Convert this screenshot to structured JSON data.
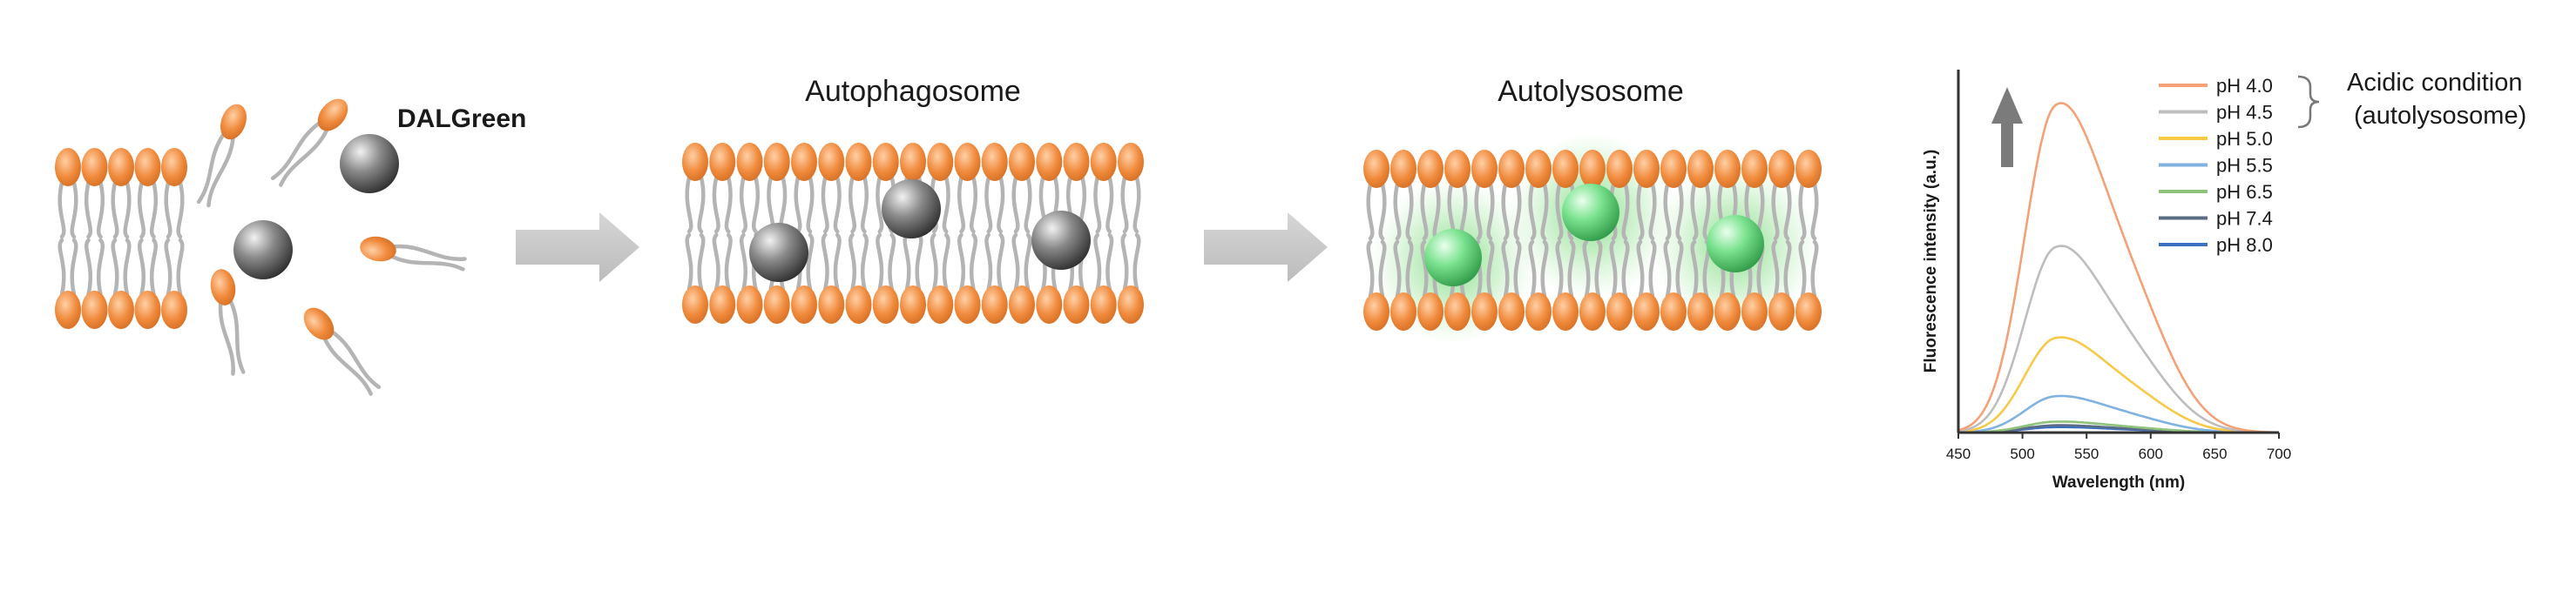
{
  "labels": {
    "probe": "DALGreen",
    "stage2": "Autophagosome",
    "stage3": "Autolysosome"
  },
  "colors": {
    "lipid_head": "#f08a3c",
    "lipid_tail": "#b4b4b4",
    "probe_off": "#6e6e6e",
    "probe_on": "#7be38f",
    "glow": "#5fcf5f",
    "arrow": "#c8c8c8"
  },
  "chart_data": {
    "type": "line",
    "xlabel": "Wavelength (nm)",
    "ylabel": "Fluorescence intensity (a.u.)",
    "xlim": [
      450,
      700
    ],
    "x_ticks": [
      450,
      500,
      550,
      600,
      650,
      700
    ],
    "ylim": [
      0,
      100
    ],
    "legend_position": "top-right",
    "grid": false,
    "annotation": [
      "Acidic condition",
      "(autolysosome)"
    ],
    "series": [
      {
        "name": "pH 4.0",
        "color": "#f4a177",
        "peak": 90,
        "shoulder": 0.36
      },
      {
        "name": "pH 4.5",
        "color": "#bdbdbd",
        "peak": 51,
        "shoulder": 0.36
      },
      {
        "name": "pH 5.0",
        "color": "#f7c948",
        "peak": 26,
        "shoulder": 0.36
      },
      {
        "name": "pH 5.5",
        "color": "#7fb2e0",
        "peak": 10,
        "shoulder": 0.36
      },
      {
        "name": "pH 6.5",
        "color": "#8fc27a",
        "peak": 3,
        "shoulder": 0.36
      },
      {
        "name": "pH 7.4",
        "color": "#5b6d84",
        "peak": 2,
        "shoulder": 0.36
      },
      {
        "name": "pH 8.0",
        "color": "#3f6fc1",
        "peak": 1.5,
        "shoulder": 0.36
      }
    ],
    "peak_wavelength": 525,
    "shoulder_wavelength": 585
  }
}
